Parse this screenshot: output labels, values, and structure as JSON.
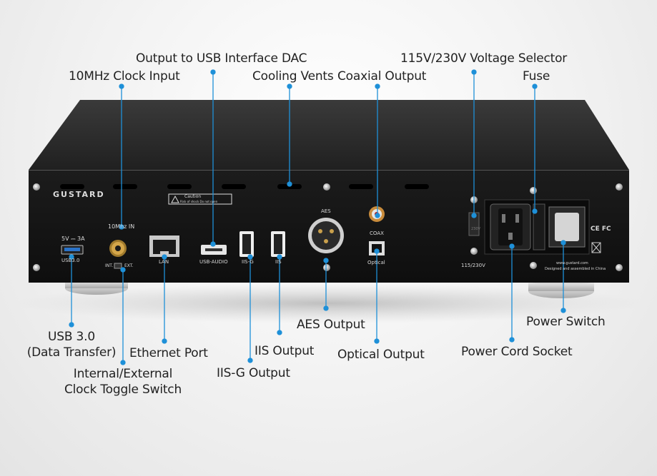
{
  "labels": {
    "usb_interface_dac": "Output to USB Interface DAC",
    "clock_input": "10MHz Clock Input",
    "cooling_vents": "Cooling Vents",
    "coaxial_output": "Coaxial Output",
    "voltage_selector": "115V/230V Voltage Selector",
    "fuse": "Fuse",
    "usb3_line1": "USB 3.0",
    "usb3_line2": "(Data Transfer)",
    "ethernet_port": "Ethernet Port",
    "clock_toggle_line1": "Internal/External",
    "clock_toggle_line2": "Clock Toggle Switch",
    "iis_output": "IIS Output",
    "iisg_output": "IIS-G Output",
    "aes_output": "AES Output",
    "optical_output": "Optical Output",
    "power_cord_socket": "Power Cord Socket",
    "power_switch": "Power Switch"
  },
  "panel": {
    "brand": "GUSTARD",
    "caution": "Caution",
    "caution_sub": "Risk of shock Do not open",
    "usb3_rating": "5V ⎓ 3A",
    "usb3": "USB3.0",
    "clock_in": "10Mhz IN",
    "int": "INT.",
    "ext": "EXT.",
    "lan": "LAN",
    "usb_audio": "USB-AUDIO",
    "iis_g": "IIS-G",
    "iis": "IIS",
    "aes": "AES",
    "coax": "COAX",
    "optical": "Optical",
    "voltage_main": "115/230V",
    "voltage_side": "230V",
    "website": "www.gustard.com",
    "assembled": "Designed and assembled in China",
    "cert": "CE FC"
  },
  "colors": {
    "leader": "#1e90d8",
    "chassis": "#141414"
  }
}
